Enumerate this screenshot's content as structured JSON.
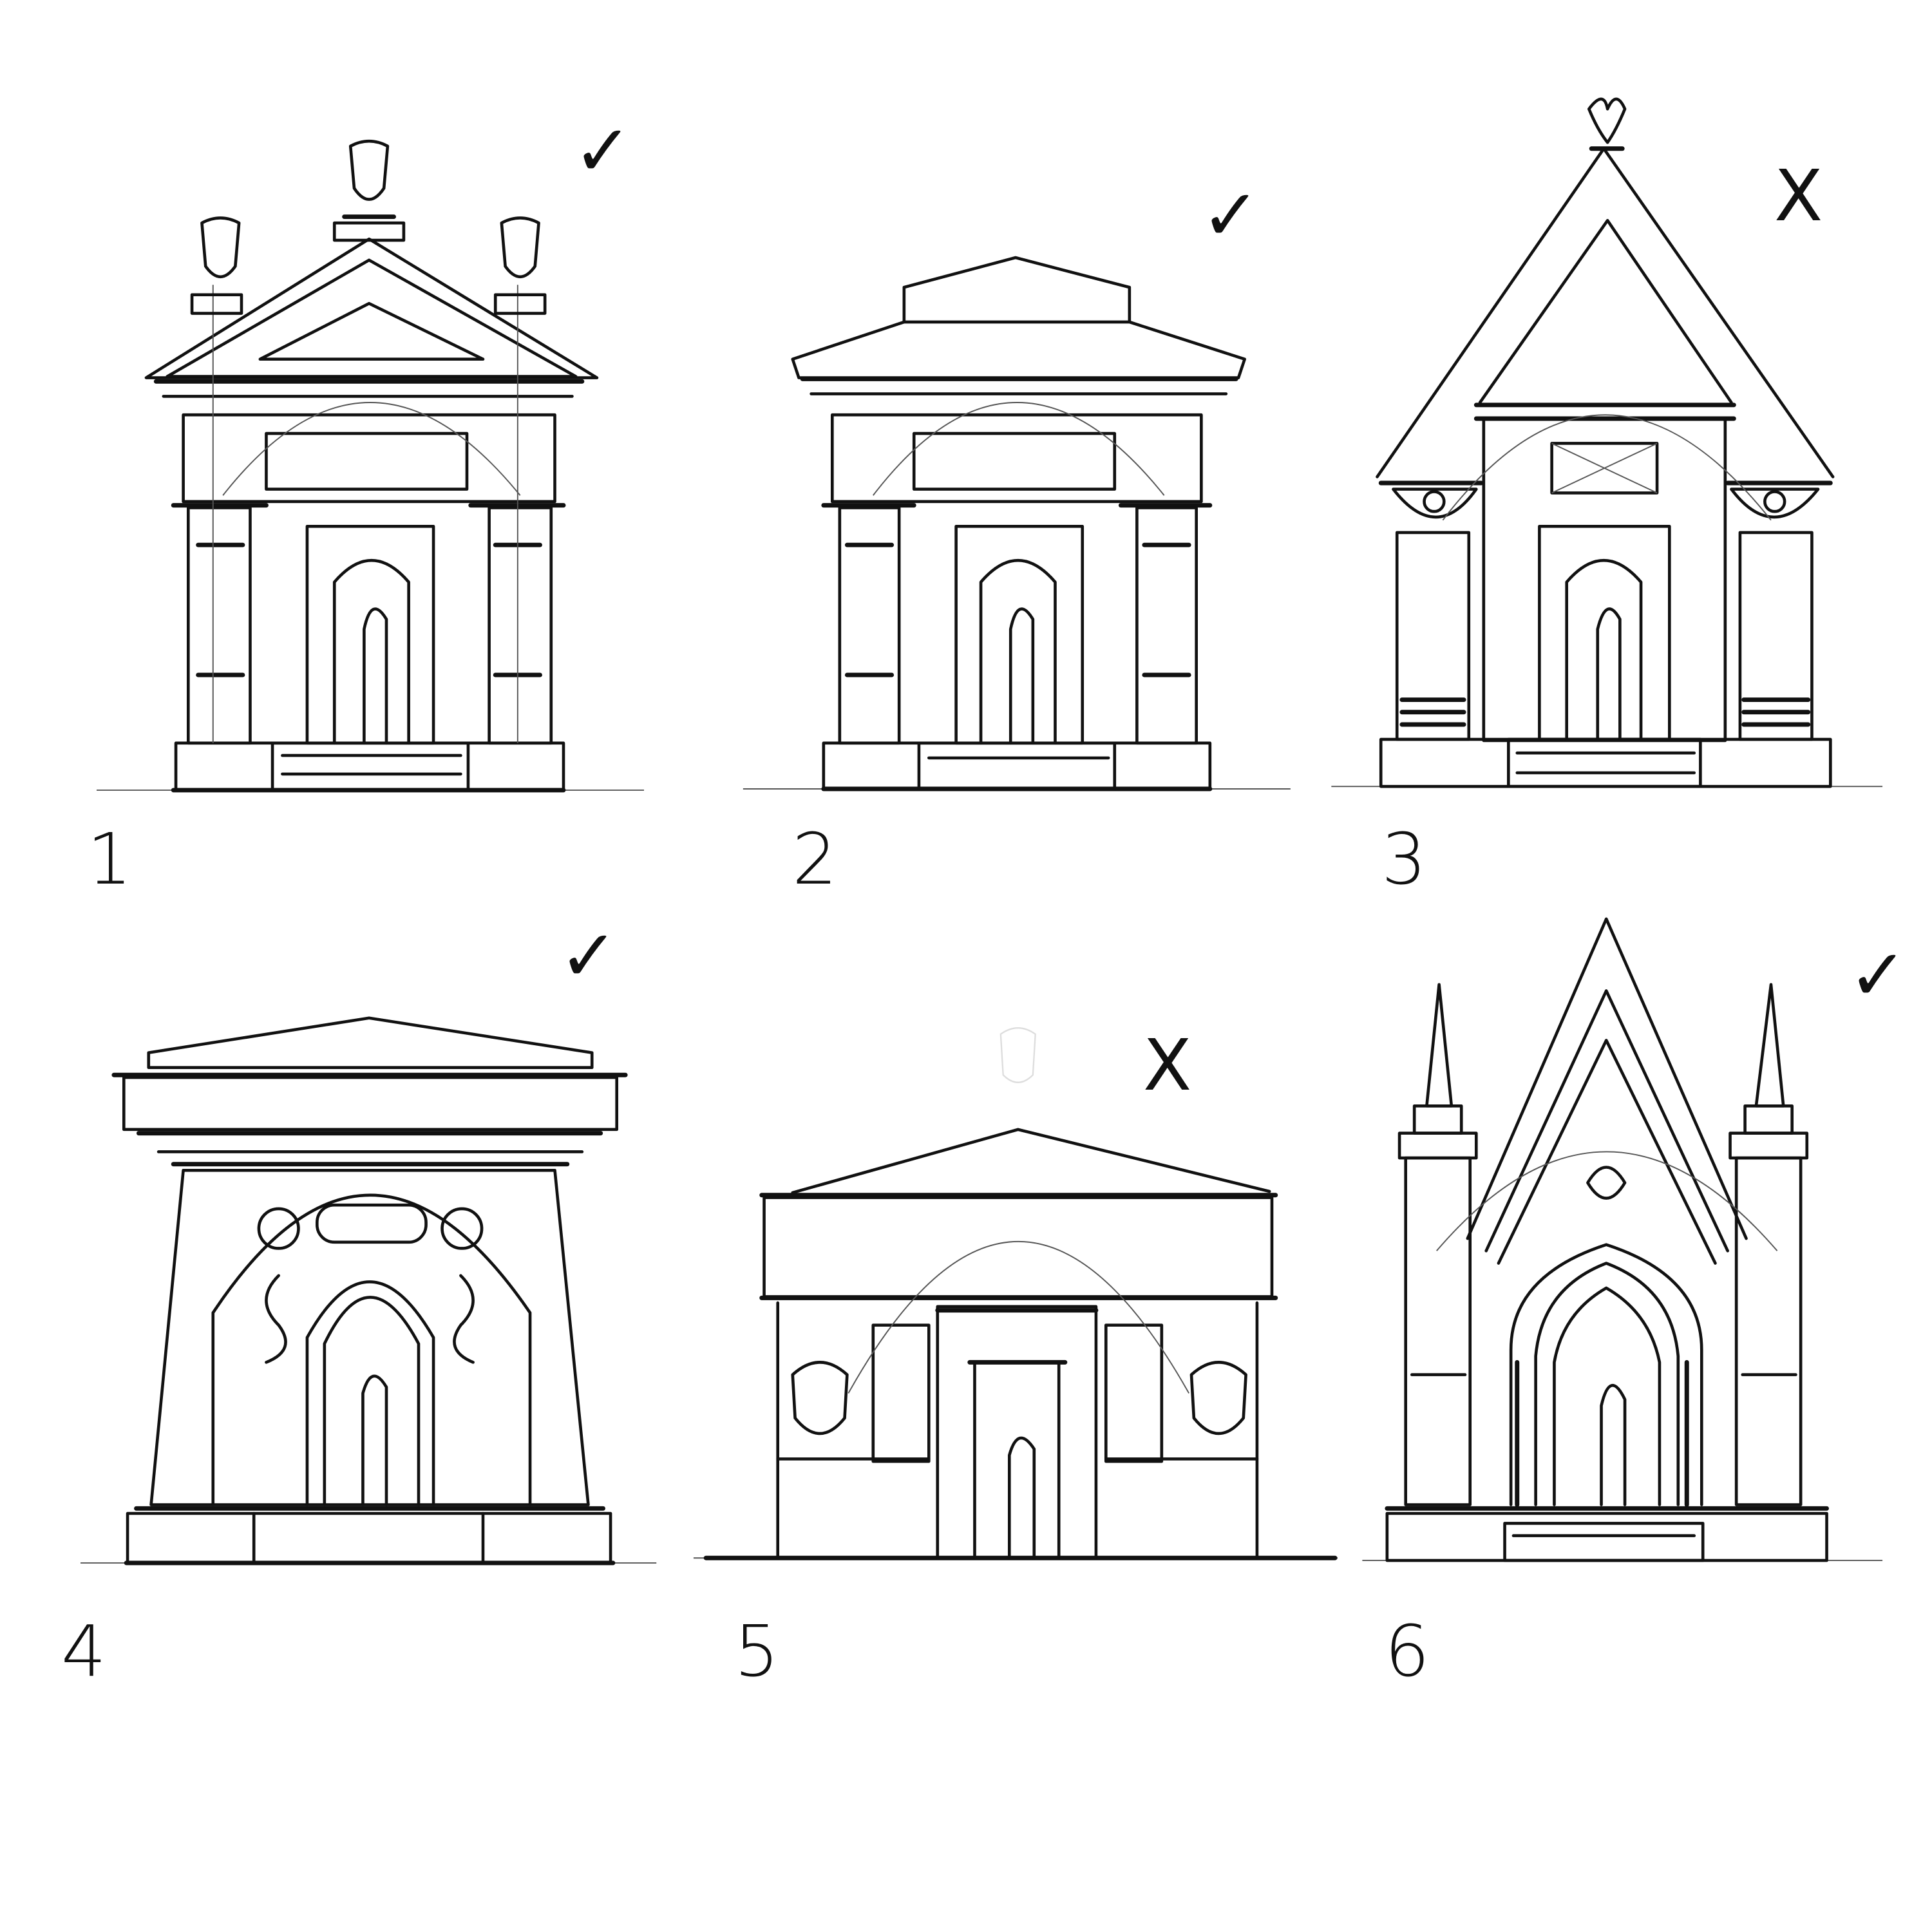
{
  "sheet": {
    "background": "#ffffff",
    "ink": "#111111",
    "sketches": [
      {
        "number": "1",
        "mark": "✓",
        "status": "approved",
        "style": "pediment with three urns and columns"
      },
      {
        "number": "2",
        "mark": "✓",
        "status": "approved",
        "style": "hipped roof with columns"
      },
      {
        "number": "3",
        "mark": "X",
        "status": "rejected",
        "style": "steep gable with finial"
      },
      {
        "number": "4",
        "mark": "✓",
        "status": "approved",
        "style": "tapered body with arched niche"
      },
      {
        "number": "5",
        "mark": "X",
        "status": "rejected",
        "style": "low pediment with urn reliefs"
      },
      {
        "number": "6",
        "mark": "✓",
        "status": "approved",
        "style": "gothic arch with spires"
      }
    ]
  }
}
